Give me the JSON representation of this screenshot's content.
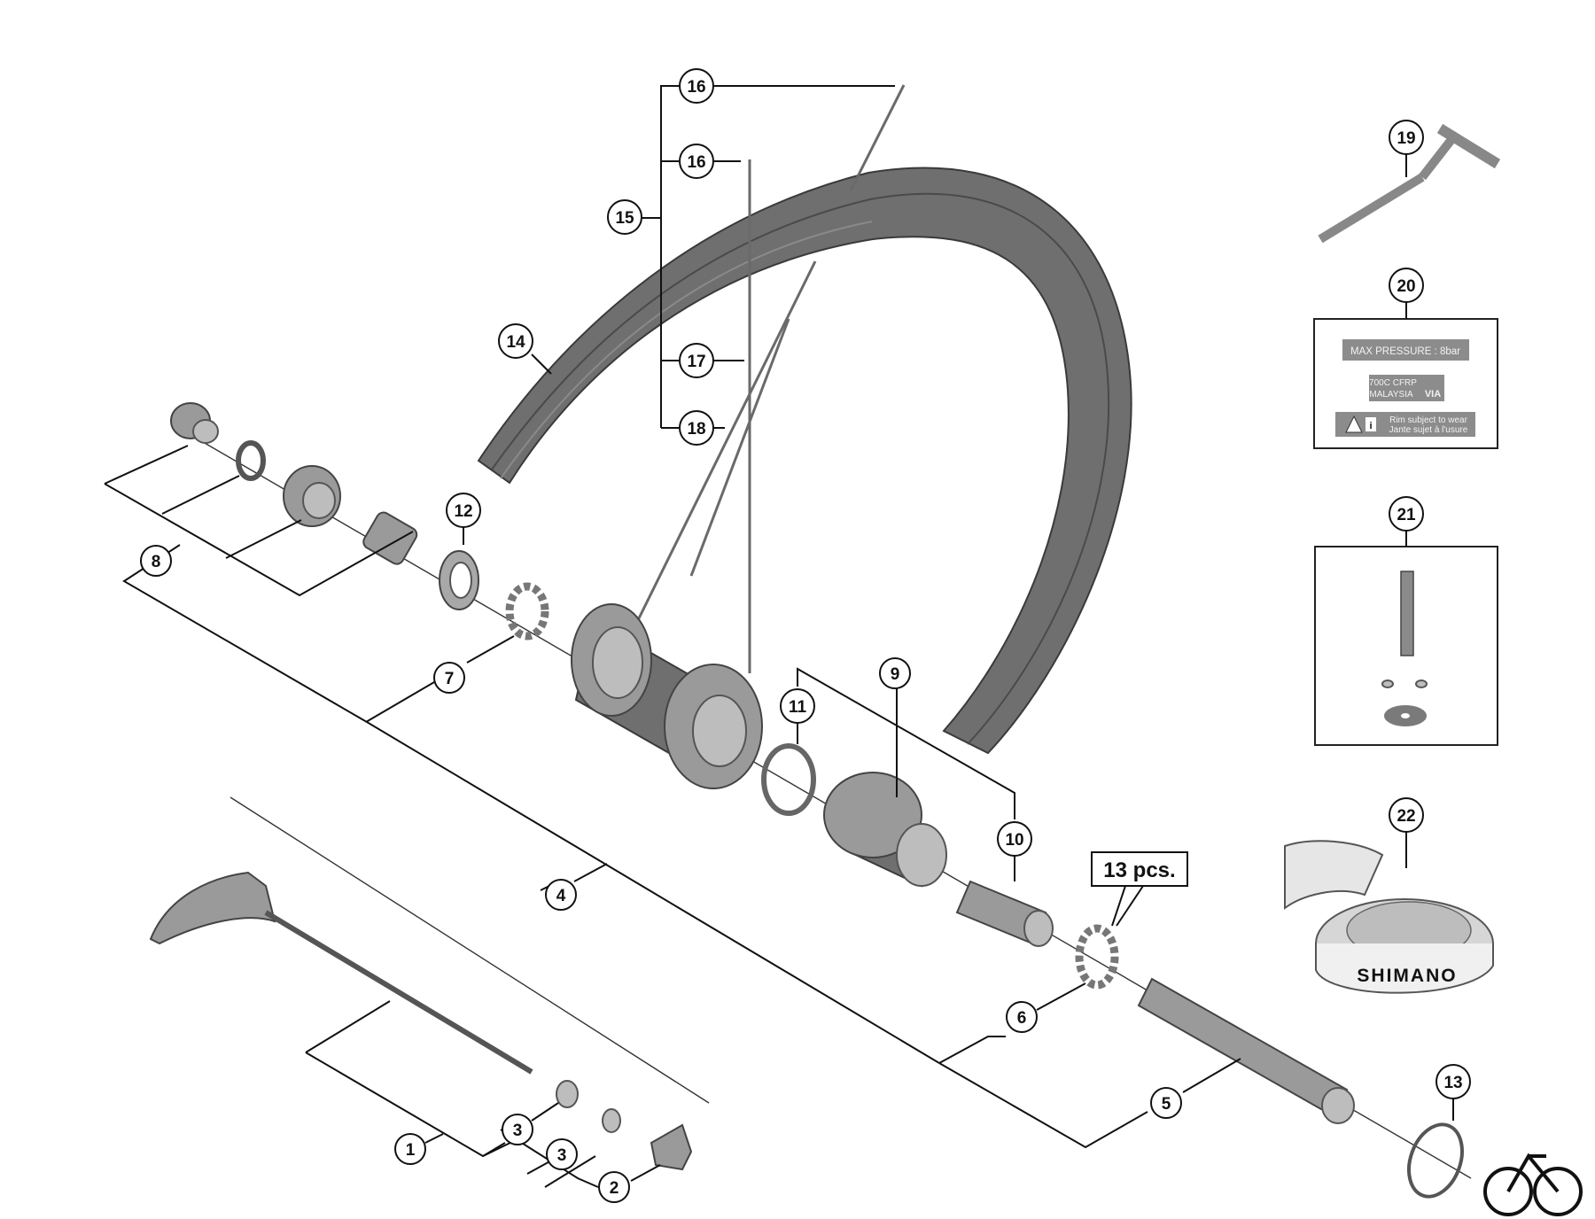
{
  "callouts": [
    "1",
    "2",
    "3",
    "4",
    "5",
    "6",
    "7",
    "8",
    "9",
    "10",
    "11",
    "12",
    "13",
    "14",
    "15",
    "16",
    "17",
    "18",
    "19",
    "20",
    "21",
    "22"
  ],
  "quantity_label": "13 pcs.",
  "rim_label": {
    "pressure": "MAX  PRESSURE : 8bar",
    "size": "700C  CFRP",
    "origin": "MALAYSIA",
    "via": "VIA",
    "info": "i",
    "wear_en": "Rim subject to wear",
    "wear_fr": "Jante sujet à l'usure"
  },
  "rim_tape_brand": "SHIMANO",
  "icons": {
    "warning": "warning-triangle-icon",
    "bicycle": "bicycle-logo-icon"
  },
  "colors": {
    "part": "#8a8a8a",
    "rim": "#6f6f6f",
    "line": "#111111",
    "label_bg": "#8c8c8c"
  }
}
